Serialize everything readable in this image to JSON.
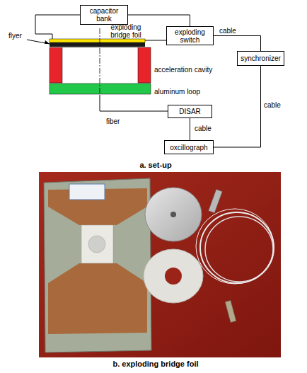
{
  "diagram": {
    "nodes": [
      {
        "text": [
          "capacitor bank"
        ]
      },
      {
        "text": [
          "exploding switch"
        ]
      },
      {
        "text": [
          "synchronizer"
        ]
      },
      {
        "text": [
          "DISAR"
        ]
      },
      {
        "text": [
          "oxcillograph"
        ]
      }
    ],
    "edges": [
      {
        "from": 0,
        "to": 1,
        "arrow": "none"
      },
      {
        "from": 1,
        "to": 2,
        "label": "cable",
        "arrow": "none"
      },
      {
        "from": 2,
        "to": 4,
        "label": "cable",
        "arrow": "none"
      },
      {
        "from": 3,
        "to": 4,
        "label": "cable",
        "arrow": "none"
      }
    ],
    "labels": [
      "flyer",
      "exploding bridge foil",
      "acceleration cavity",
      "aluminum loop",
      "fiber",
      "a. set-up",
      "b. exploding bridge foil"
    ]
  }
}
